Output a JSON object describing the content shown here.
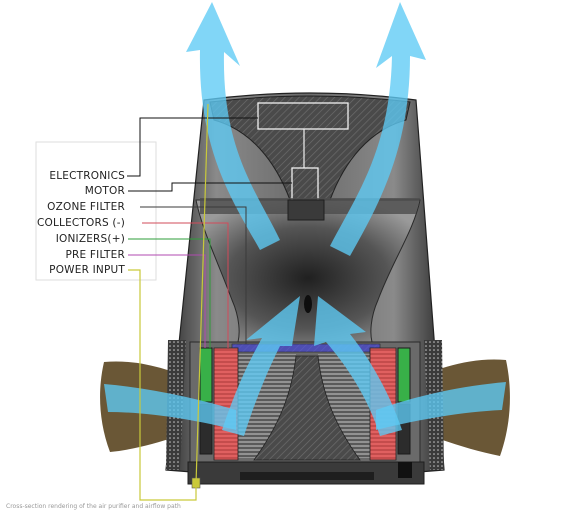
{
  "labels": {
    "electronics": "ELECTRONICS",
    "motor": "MOTOR",
    "ozone_filter": "OZONE FILTER",
    "collectors": "COLLECTORS (-)",
    "ionizers": "IONIZERS(+)",
    "pre_filter": "PRE FILTER",
    "power_input": "POWER INPUT"
  },
  "caption": "Cross-section rendering of the air purifier and airflow path",
  "colors": {
    "electronics": "#111111",
    "motor": "#111111",
    "ozone_filter": "#3a3aa8",
    "collectors": "#d24b5a",
    "ionizers": "#2e9e3a",
    "pre_filter": "#b04ab0",
    "power_input": "#c9c93a",
    "airflow": "#5ecbf5",
    "intake": "#5a4520",
    "housing_dark": "#3a3a3a",
    "collector_fill": "#e06060",
    "ionizer_fill": "#38b048",
    "ozone_fill": "#5050e0"
  }
}
